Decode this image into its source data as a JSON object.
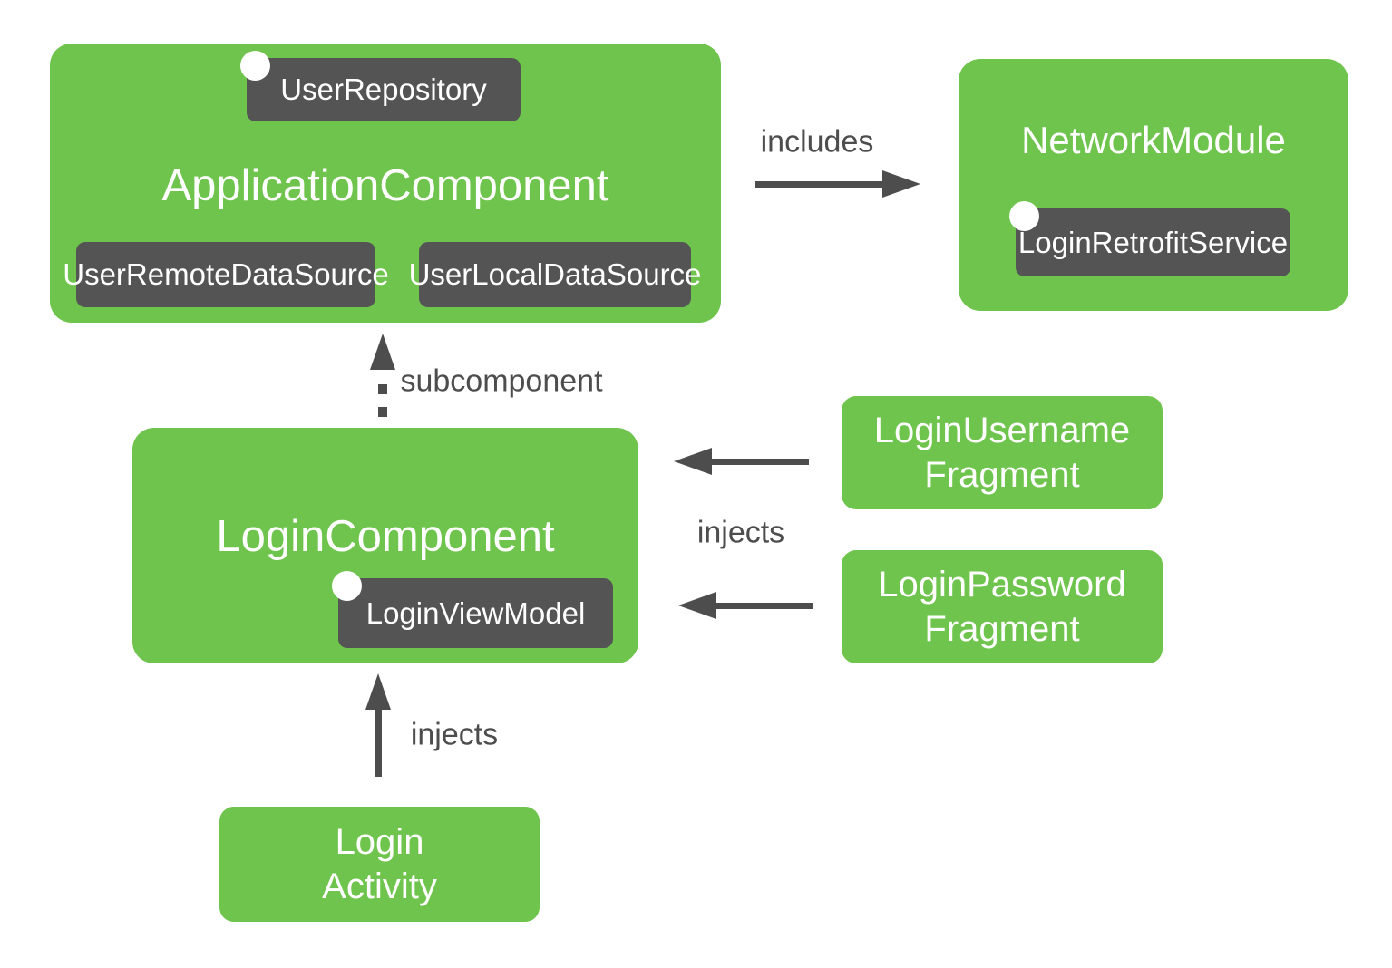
{
  "colors": {
    "green": "#6EC44C",
    "dark_gray": "#545454",
    "arrow_gray": "#4D4D4D",
    "text_white": "#FFFFFF"
  },
  "app_component": {
    "title": "ApplicationComponent",
    "scoped_badge": "UserRepository",
    "child_badges": [
      "UserRemoteDataSource",
      "UserLocalDataSource"
    ]
  },
  "network_module": {
    "title": "NetworkModule",
    "scoped_badge": "LoginRetrofitService"
  },
  "login_component": {
    "title": "LoginComponent",
    "scoped_badge": "LoginViewModel"
  },
  "fragments": {
    "username": {
      "line1": "LoginUsername",
      "line2": "Fragment"
    },
    "password": {
      "line1": "LoginPassword",
      "line2": "Fragment"
    }
  },
  "login_activity": {
    "line1": "Login",
    "line2": "Activity"
  },
  "edges": {
    "includes": "includes",
    "subcomponent": "subcomponent",
    "injects_fragments": "injects",
    "injects_activity": "injects"
  }
}
